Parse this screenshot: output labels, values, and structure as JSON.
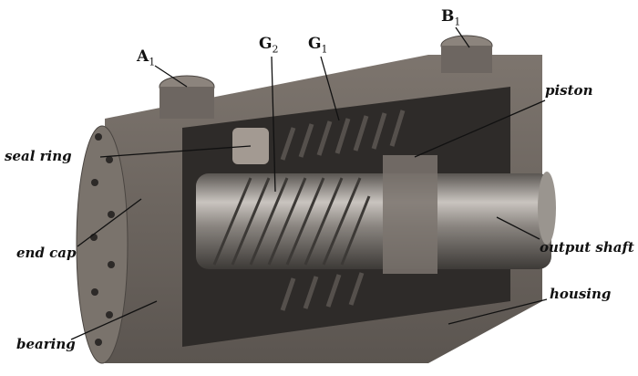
{
  "labels": {
    "a1": {
      "main": "A",
      "sub": "1"
    },
    "b1": {
      "main": "B",
      "sub": "1"
    },
    "g2": {
      "main": "G",
      "sub": "2"
    },
    "g1": {
      "main": "G",
      "sub": "1"
    },
    "piston": "piston",
    "seal_ring": "seal ring",
    "end_cap": "end cap",
    "output_shaft": "output shaft",
    "housing": "housing",
    "bearing": "bearing"
  },
  "colors": {
    "metal": "#6f6862",
    "metal_dark": "#3e3a37",
    "metal_light": "#a59d96",
    "shaft": "#8a8580"
  }
}
